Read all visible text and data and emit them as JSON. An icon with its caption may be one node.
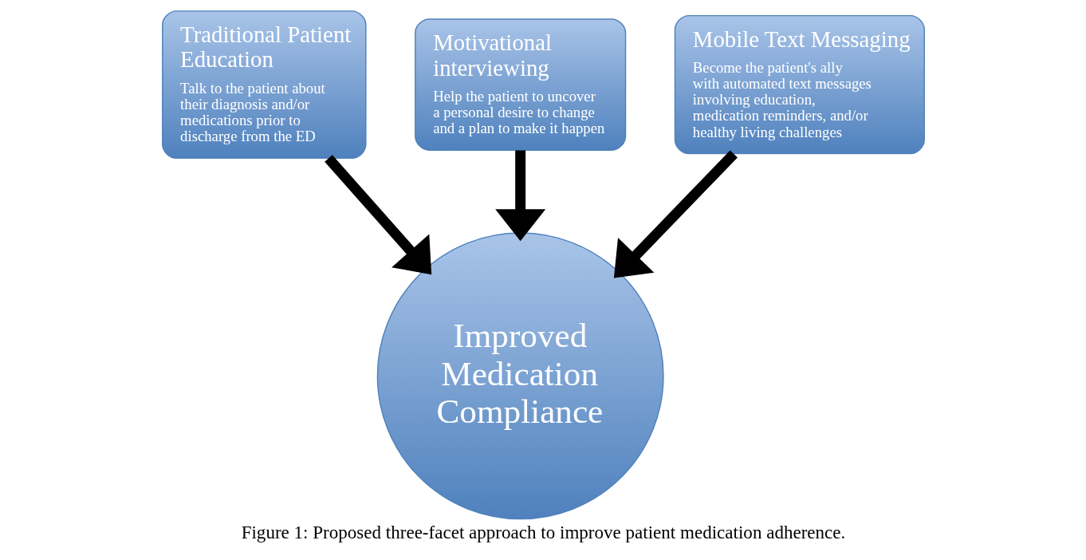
{
  "diagram": {
    "caption": "Figure 1: Proposed three-facet approach to improve patient medication adherence.",
    "nodes": [
      {
        "text": [
          "Traditional Patient Education",
          "Talk to the patient about their diagnosis and/or medications prior to discharge from the ED"
        ]
      },
      {
        "text": [
          "Motivational interviewing",
          "Help the patient to uncover a personal desire to change and a plan to make it happen"
        ]
      },
      {
        "text": [
          "Mobile Text Messaging",
          "Become the patient's ally with automated text messages involving education, medication reminders, and/or healthy living challenges"
        ]
      },
      {
        "text": [
          "Improved Medication Compliance"
        ]
      }
    ],
    "edges": [
      {
        "from": 0,
        "to": 3,
        "arrow": "to"
      },
      {
        "from": 1,
        "to": 3,
        "arrow": "to"
      },
      {
        "from": 2,
        "to": 3,
        "arrow": "to"
      }
    ]
  }
}
